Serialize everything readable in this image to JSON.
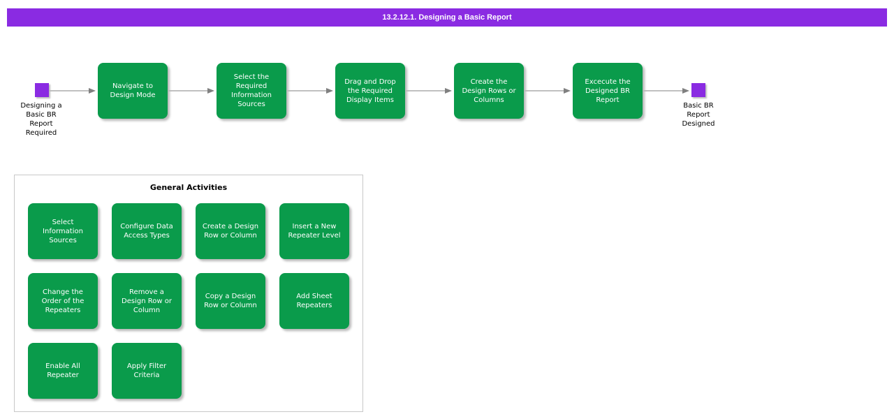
{
  "header": {
    "title": "13.2.12.1. Designing a Basic Report"
  },
  "flow": {
    "start": {
      "label": "Designing a Basic BR Report Required"
    },
    "end": {
      "label": "Basic BR Report Designed"
    },
    "steps": [
      {
        "label": "Navigate to Design Mode"
      },
      {
        "label": "Select the Required Information Sources"
      },
      {
        "label": "Drag and Drop the Required Display Items"
      },
      {
        "label": "Create the Design Rows or Columns"
      },
      {
        "label": "Excecute the Designed BR Report"
      }
    ]
  },
  "activities": {
    "title": "General Activities",
    "items": [
      "Select Information Sources",
      "Configure Data Access Types",
      "Create a Design Row or Column",
      "Insert a New Repeater Level",
      "Change the Order of the Repeaters",
      "Remove a Design Row or Column",
      "Copy a Design Row or Column",
      "Add Sheet Repeaters",
      "Enable All Repeater",
      "Apply Filter Criteria"
    ]
  },
  "colors": {
    "accent_purple": "#8A2BE2",
    "box_green": "#0A9B4B",
    "arrow_gray": "#808080",
    "panel_border": "#C8C8C8"
  }
}
